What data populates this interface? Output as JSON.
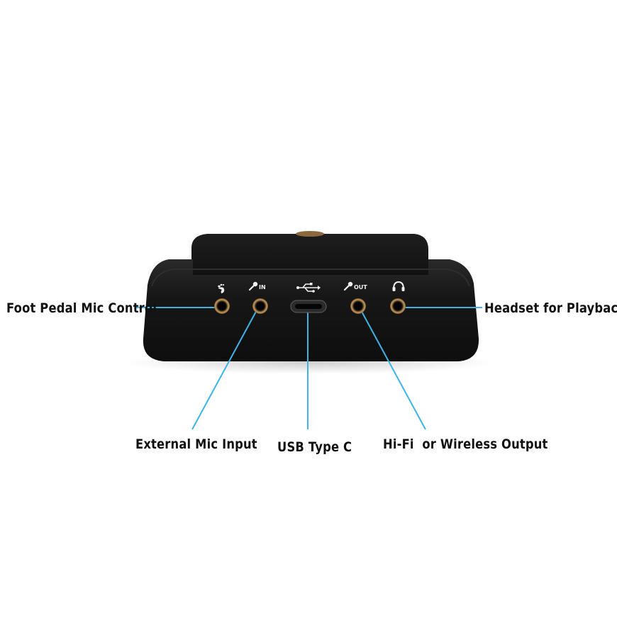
{
  "callouts": {
    "foot_pedal": "Foot Pedal Mic Control",
    "external_mic": "External Mic Input",
    "usb": "USB Type C",
    "hifi": "Hi-Fi  or Wireless Output",
    "headset": "Headset for Playback"
  },
  "port_labels": {
    "mic_in": "IN",
    "mic_out": "OUT"
  },
  "icons": [
    "foot-icon",
    "microphone-icon",
    "usb-icon",
    "microphone-icon",
    "headphones-icon"
  ],
  "colors": {
    "callout_line": "#3cb4e6",
    "device_body": "#151515",
    "jack_ring": "#b38a52",
    "label_text": "#111111"
  }
}
